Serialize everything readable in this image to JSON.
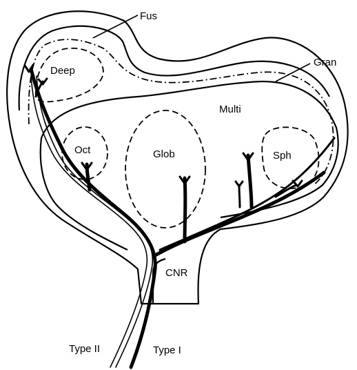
{
  "labels": {
    "fus": "Fus",
    "gran": "Gran",
    "deep": "Deep",
    "multi": "Multi",
    "oct": "Oct",
    "glob": "Glob",
    "sph": "Sph",
    "cnr": "CNR",
    "type2": "Type II",
    "type1": "Type I"
  }
}
